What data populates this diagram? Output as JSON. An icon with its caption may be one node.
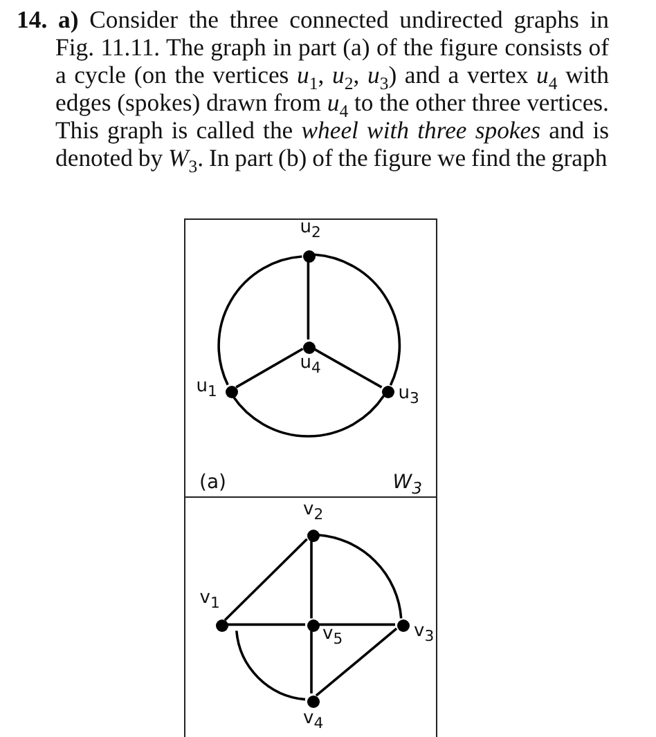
{
  "diagram": {
    "nodes": [
      {
        "text": [
          "(a)",
          "W$_{3}$"
        ]
      },
      {
        "text": [
          "u$_{1}$"
        ],
        "in": 0
      },
      {
        "text": [
          "u$_{2}$"
        ],
        "in": 0
      },
      {
        "text": [
          "u$_{3}$"
        ],
        "in": 0
      },
      {
        "text": [
          "u$_{4}$"
        ],
        "in": 0
      },
      {
        "text": [],
        "shape": "box"
      },
      {
        "text": [
          "v$_{1}$"
        ],
        "in": 5
      },
      {
        "text": [
          "v$_{2}$"
        ],
        "in": 5
      },
      {
        "text": [
          "v$_{3}$"
        ],
        "in": 5
      },
      {
        "text": [
          "v$_{4}$"
        ],
        "in": 5
      },
      {
        "text": [
          "v$_{5}$"
        ],
        "in": 5
      }
    ],
    "edges": [
      {
        "from": 1,
        "to": 2,
        "arrow": "none"
      },
      {
        "from": 2,
        "to": 3,
        "arrow": "none"
      },
      {
        "from": 3,
        "to": 1,
        "arrow": "none"
      },
      {
        "from": 4,
        "to": 1,
        "arrow": "none"
      },
      {
        "from": 4,
        "to": 2,
        "arrow": "none"
      },
      {
        "from": 4,
        "to": 3,
        "arrow": "none"
      },
      {
        "from": 6,
        "to": 7,
        "arrow": "none"
      },
      {
        "from": 7,
        "to": 8,
        "arrow": "none"
      },
      {
        "from": 8,
        "to": 9,
        "arrow": "none"
      },
      {
        "from": 9,
        "to": 6,
        "arrow": "none"
      },
      {
        "from": 6,
        "to": 10,
        "arrow": "none"
      },
      {
        "from": 10,
        "to": 8,
        "arrow": "none"
      },
      {
        "from": 7,
        "to": 10,
        "arrow": "none"
      },
      {
        "from": 10,
        "to": 9,
        "arrow": "none"
      }
    ],
    "labels": [
      "**14. a)** Consider the three connected undirected graphs in Fig. 11.11. The graph in part (a) of the figure consists of a cycle (on the vertices *u*$_{1}$, *u*$_{2}$, *u*$_{3}$) and a vertex *u*$_{4}$ with edges (spokes) drawn from *u*$_{4}$ to the other three vertices. This graph is called the *wheel with three spokes* and is denoted by *W*$_{3}$. In part (b) of the figure we find the graph"
    ]
  }
}
